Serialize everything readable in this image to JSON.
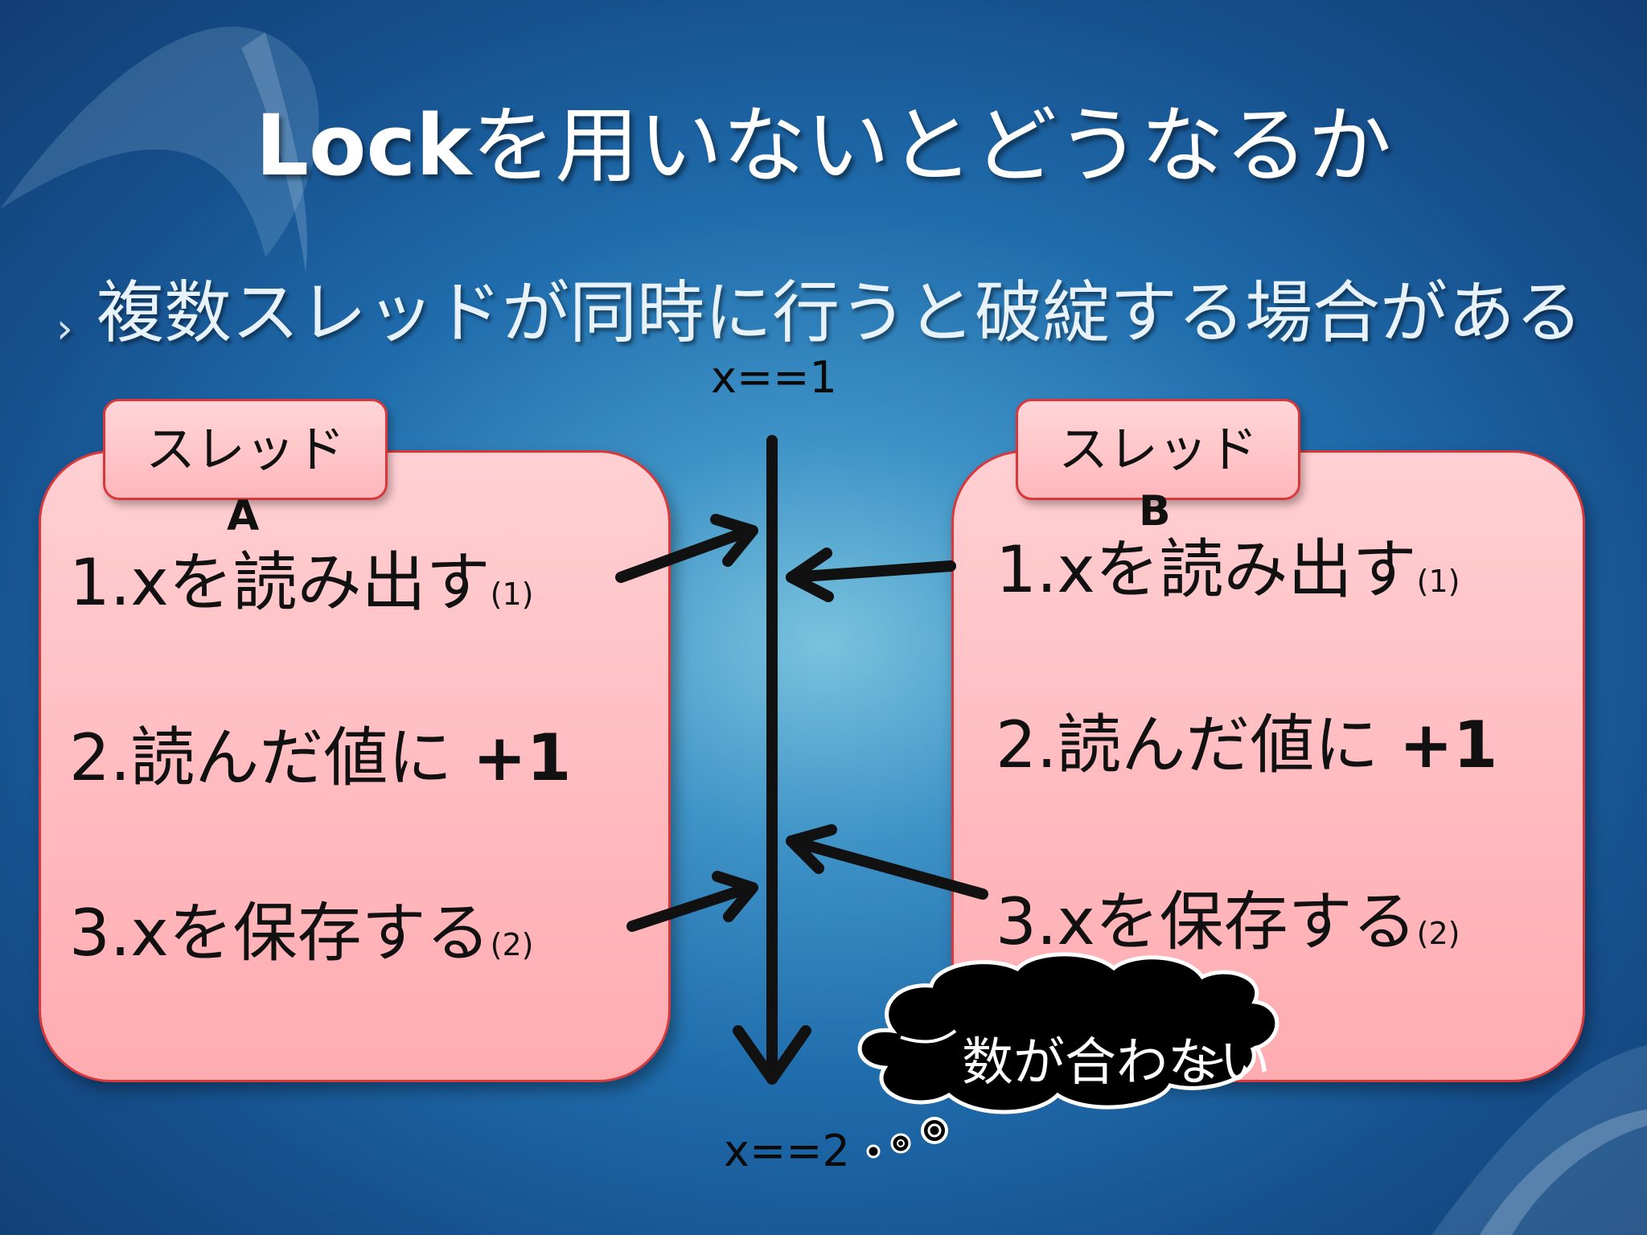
{
  "slide": {
    "title_latin": "Lock",
    "title_rest": "を用いないとどうなるか",
    "bullet_mark": "›",
    "bullet_text": "複数スレッドが同時に行うと破綻する場合がある"
  },
  "timeline": {
    "start_label": "x==1",
    "end_label": "x==2"
  },
  "thread_a": {
    "label": "スレッド",
    "letter": "A",
    "steps": [
      {
        "num": "1.x",
        "text": "を読み出す",
        "sub": "(1)"
      },
      {
        "num": "2.",
        "text": "読んだ値に ",
        "plus": "+1"
      },
      {
        "num": "3.x",
        "text": "を保存する",
        "sub": "(2)"
      }
    ]
  },
  "thread_b": {
    "label": "スレッド",
    "letter": "B",
    "steps": [
      {
        "num": "1.x",
        "text": "を読み出す",
        "sub": "(1)"
      },
      {
        "num": "2.",
        "text": "読んだ値に ",
        "plus": "+1"
      },
      {
        "num": "3.x",
        "text": "を保存する",
        "sub": "(2)"
      }
    ]
  },
  "callout": {
    "text": "数が合わない"
  },
  "colors": {
    "box_fill": "#ffb9bd",
    "box_border": "#d8383a",
    "arrow": "#111111"
  }
}
